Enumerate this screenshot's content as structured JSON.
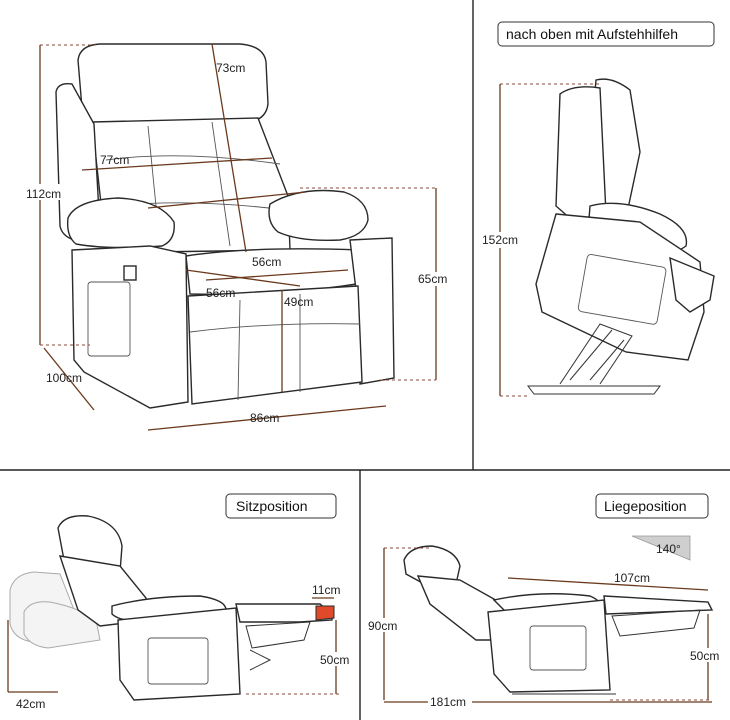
{
  "labels": {
    "lift_mode": "nach oben mit Aufstehhilfeh",
    "seat_position": "Sitzposition",
    "recline_position": "Liegeposition"
  },
  "front_view": {
    "backrest_height": "73cm",
    "total_height": "112cm",
    "inner_width": "77cm",
    "seat_depth": "56cm",
    "seat_width": "56cm",
    "seat_height": "49cm",
    "arm_height": "65cm",
    "depth": "100cm",
    "width": "86cm"
  },
  "lift_view": {
    "height": "152cm"
  },
  "seat_view": {
    "footrest": "11cm",
    "leg_height": "50cm",
    "extension": "42cm"
  },
  "recline_view": {
    "angle": "140°",
    "recline_length": "107cm",
    "height": "90cm",
    "leg_height": "50cm",
    "total_length": "181cm"
  },
  "colors": {
    "dimension_line": "#6b3a1e",
    "footrest_highlight": "#e04a2a"
  }
}
